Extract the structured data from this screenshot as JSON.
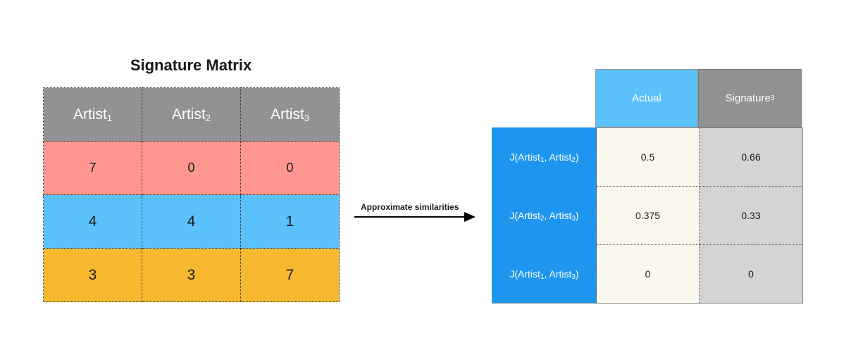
{
  "signature_matrix": {
    "title": "Signature Matrix",
    "columns": [
      {
        "base": "Artist",
        "sub": "1"
      },
      {
        "base": "Artist",
        "sub": "2"
      },
      {
        "base": "Artist",
        "sub": "3"
      }
    ],
    "rows": [
      [
        "7",
        "0",
        "0"
      ],
      [
        "4",
        "4",
        "1"
      ],
      [
        "3",
        "3",
        "7"
      ]
    ],
    "row_colors": [
      "#ff9690",
      "#5ac1fb",
      "#f5b82f"
    ],
    "header_color": "#929292"
  },
  "arrow": {
    "label": "Approximate similarities"
  },
  "comparison": {
    "headers": {
      "actual": "Actual",
      "signature_base": "Signature",
      "signature_sub": "3"
    },
    "rows": [
      {
        "label_parts": [
          "J(Artist",
          "1",
          ", Artist",
          "2",
          ")"
        ],
        "actual": "0.5",
        "signature": "0.66"
      },
      {
        "label_parts": [
          "J(Artist",
          "2",
          ", Artist",
          "3",
          ")"
        ],
        "actual": "0.375",
        "signature": "0.33"
      },
      {
        "label_parts": [
          "J(Artist",
          "1",
          ", Artist",
          "3",
          ")"
        ],
        "actual": "0",
        "signature": "0"
      }
    ],
    "colors": {
      "label_bg": "#1e96f0",
      "actual_header": "#5ac1fb",
      "signature_header": "#929292",
      "actual_cell": "#faf7ec",
      "signature_cell": "#d4d4d4"
    }
  }
}
